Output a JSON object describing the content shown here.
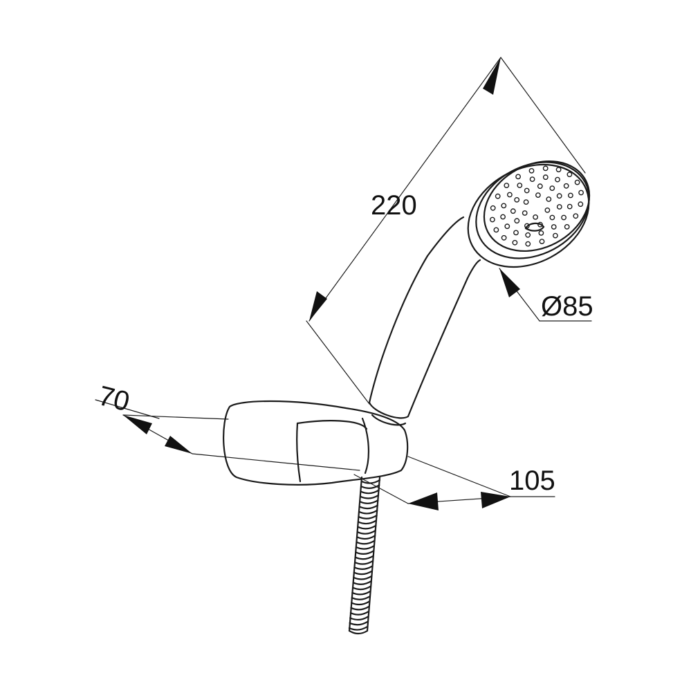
{
  "dimensions": {
    "length": "220",
    "head_diameter": "Ø85",
    "holder_depth": "70",
    "holder_projection": "105"
  },
  "colors": {
    "line": "#1a1a1a",
    "background": "#ffffff"
  }
}
